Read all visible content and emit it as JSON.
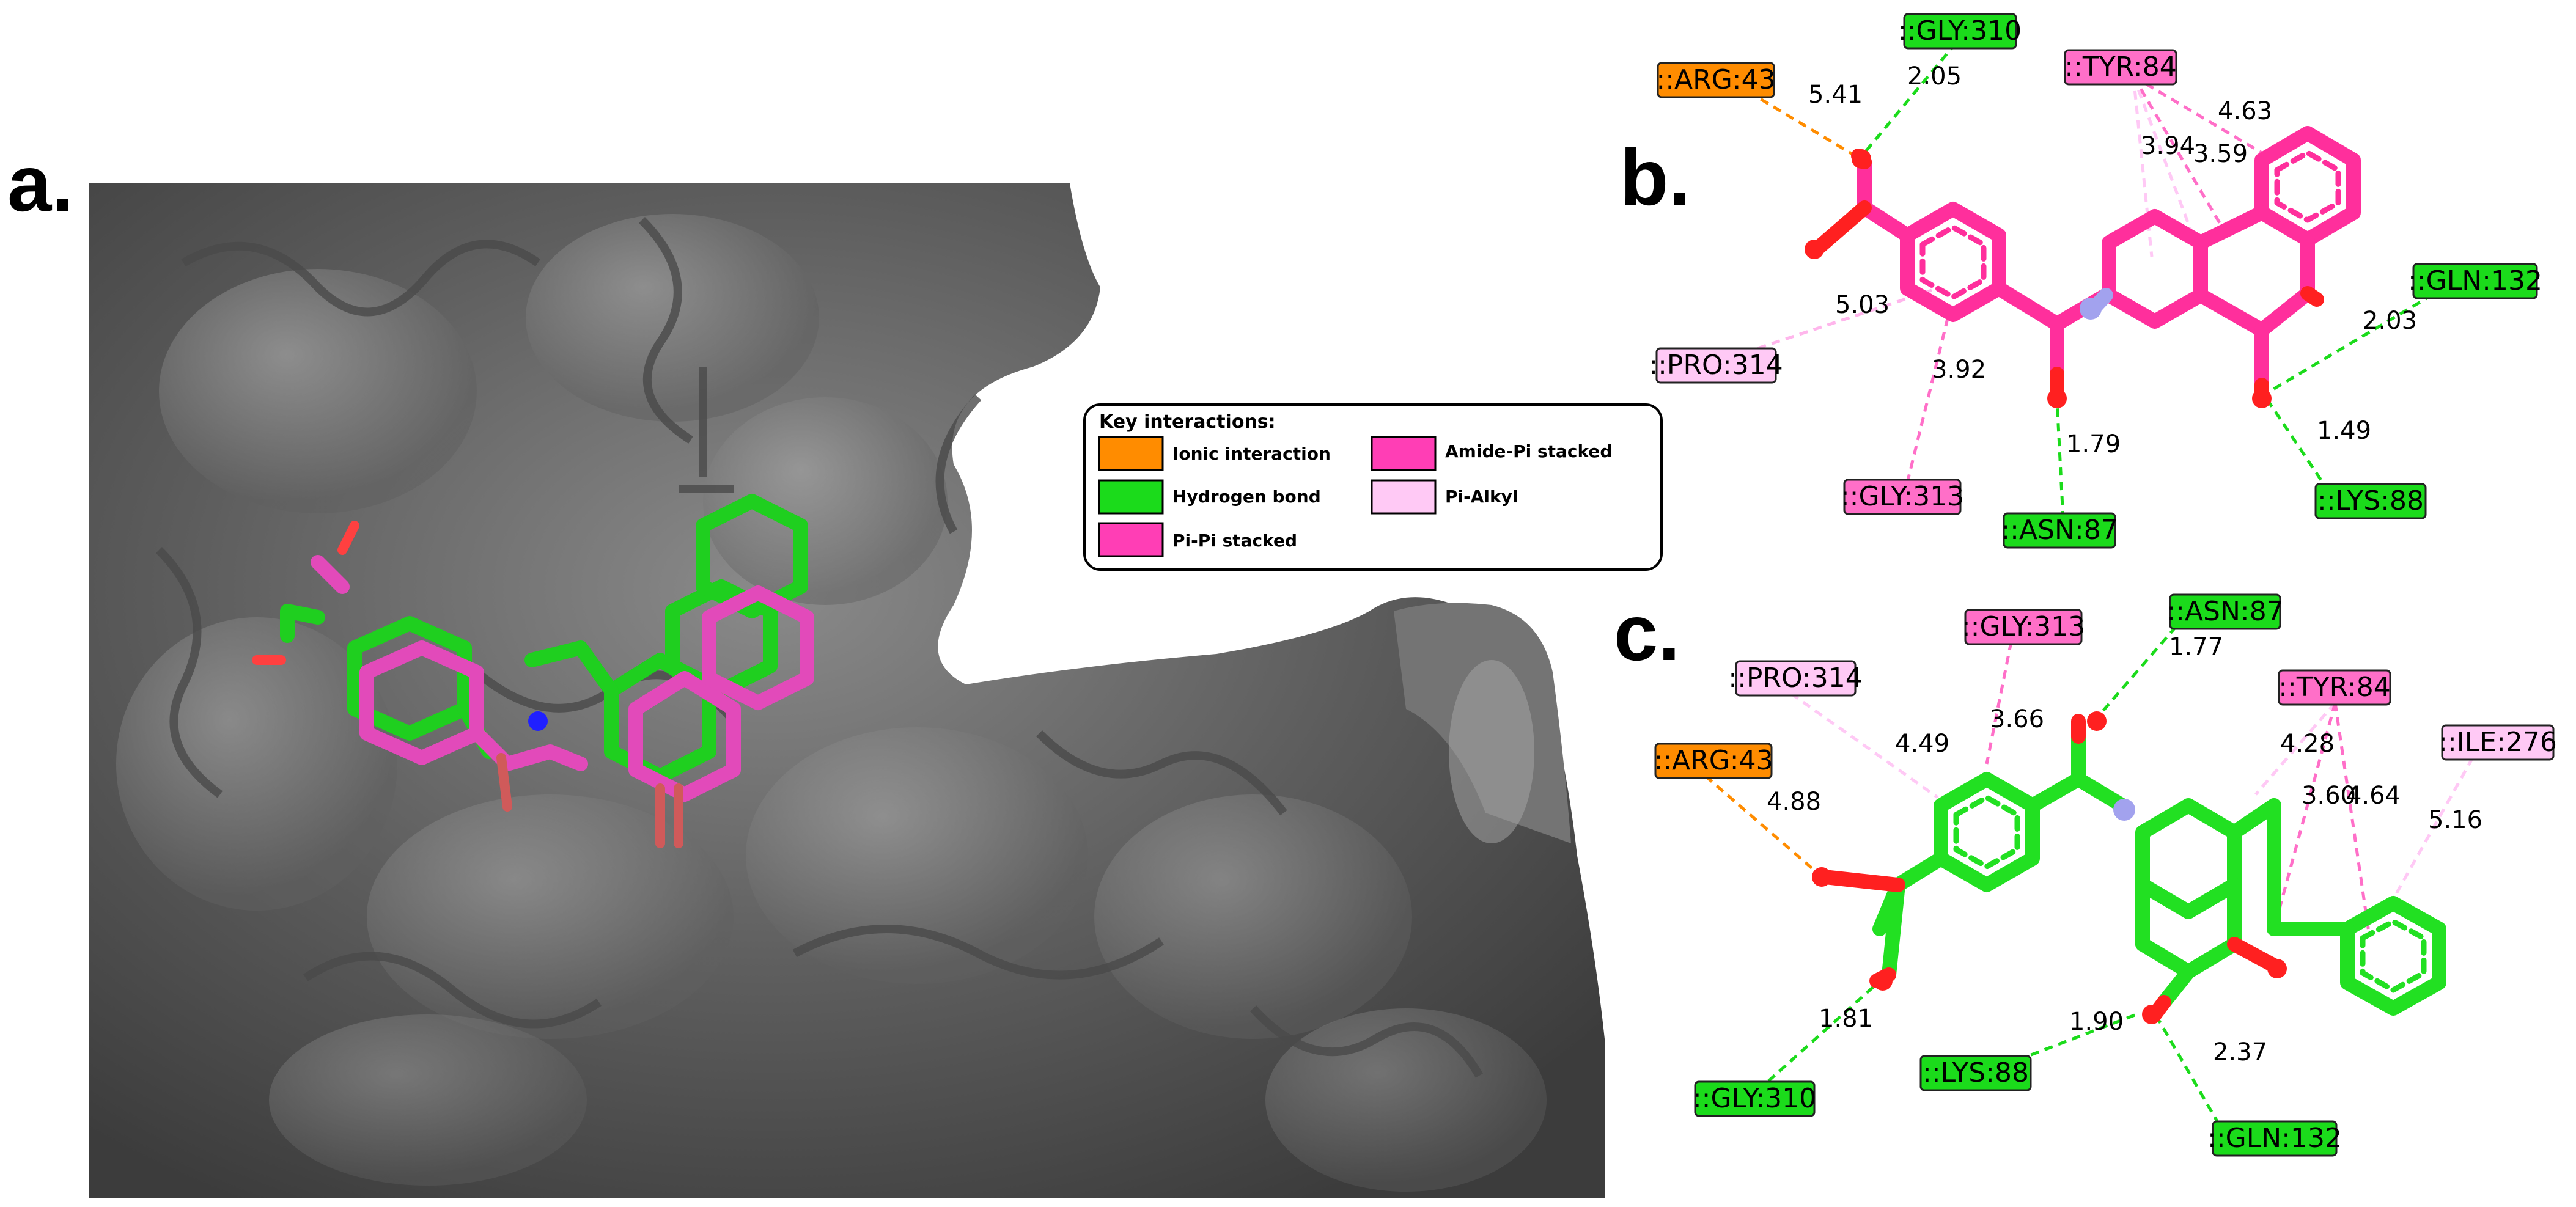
{
  "panels": {
    "a": "a.",
    "b": "b.",
    "c": "c."
  },
  "colors": {
    "ionic": "#ff8c00",
    "hbond": "#1bdb1b",
    "pipi": "#ff3eb5",
    "amidepi": "#ff3eb5",
    "pialkyl": "#ffc9f5",
    "ligand_b": "#ff2f9c",
    "ligand_c": "#22e022",
    "oxygen": "#ff2020",
    "nitrogen": "#a2a2ee",
    "surface": "#5a5a5a"
  },
  "legend": {
    "title": "Key interactions:",
    "items": [
      {
        "label": "Ionic interaction",
        "type": "ionic"
      },
      {
        "label": "Amide-Pi stacked",
        "type": "amidepi"
      },
      {
        "label": "Hydrogen bond",
        "type": "hbond"
      },
      {
        "label": "Pi-Alkyl",
        "type": "pialkyl"
      },
      {
        "label": "Pi-Pi stacked",
        "type": "pipi"
      }
    ]
  },
  "panel_b": {
    "residues": [
      {
        "id": "b_arg43",
        "label": "::ARG:43",
        "type": "ionic"
      },
      {
        "id": "b_gly310",
        "label": "::GLY:310",
        "type": "hbond"
      },
      {
        "id": "b_tyr84",
        "label": "::TYR:84",
        "type": "pipi"
      },
      {
        "id": "b_gln132",
        "label": "::GLN:132",
        "type": "hbond"
      },
      {
        "id": "b_pro314",
        "label": "::PRO:314",
        "type": "pialkyl"
      },
      {
        "id": "b_gly313",
        "label": "::GLY:313",
        "type": "amidepi"
      },
      {
        "id": "b_asn87",
        "label": "::ASN:87",
        "type": "hbond"
      },
      {
        "id": "b_lys88",
        "label": "::LYS:88",
        "type": "hbond"
      }
    ],
    "distances": [
      "5.41",
      "2.05",
      "4.63",
      "3.94",
      "3.59",
      "5.03",
      "3.92",
      "1.79",
      "2.03",
      "1.49"
    ]
  },
  "panel_c": {
    "residues": [
      {
        "id": "c_gly313",
        "label": "::GLY:313",
        "type": "amidepi"
      },
      {
        "id": "c_asn87",
        "label": "::ASN:87",
        "type": "hbond"
      },
      {
        "id": "c_pro314",
        "label": "::PRO:314",
        "type": "pialkyl"
      },
      {
        "id": "c_tyr84",
        "label": "::TYR:84",
        "type": "pipi"
      },
      {
        "id": "c_ile276",
        "label": "::ILE:276",
        "type": "pialkyl"
      },
      {
        "id": "c_arg43",
        "label": "::ARG:43",
        "type": "ionic"
      },
      {
        "id": "c_gly310",
        "label": "::GLY:310",
        "type": "hbond"
      },
      {
        "id": "c_lys88",
        "label": "::LYS:88",
        "type": "hbond"
      },
      {
        "id": "c_gln132",
        "label": "::GLN:132",
        "type": "hbond"
      }
    ],
    "distances": [
      "1.77",
      "4.49",
      "3.66",
      "4.28",
      "3.60",
      "4.64",
      "5.16",
      "4.88",
      "1.81",
      "1.90",
      "2.37"
    ]
  }
}
